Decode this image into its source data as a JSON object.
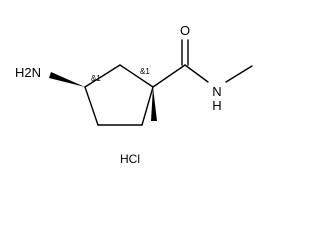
{
  "atoms": {
    "amine": "H2N",
    "oxygen": "O",
    "amide_nitrogen": "N",
    "amide_hydrogen": "H"
  },
  "stereo_labels": {
    "c3": "&1",
    "c1": "&1"
  },
  "salt": "HCl",
  "colors": {
    "ink": "#000000",
    "background": "#ffffff"
  }
}
